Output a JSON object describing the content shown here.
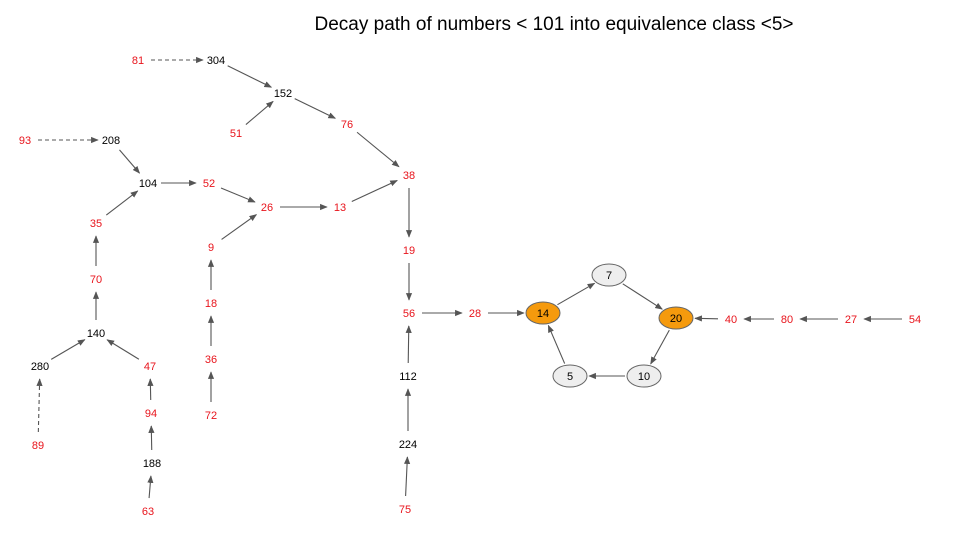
{
  "title": "Decay path of numbers < 101 into equivalence class <5>",
  "colors": {
    "in_range": "#e8141c",
    "out_of_range": "#000000",
    "edge": "#555555",
    "cycle_gray_fill": "#eeeeee",
    "cycle_orange_fill": "#f59a0d",
    "cycle_stroke": "#666666"
  },
  "nodes": [
    {
      "id": "81",
      "label": "81",
      "kind": "red"
    },
    {
      "id": "304",
      "label": "304",
      "kind": "black"
    },
    {
      "id": "152",
      "label": "152",
      "kind": "black"
    },
    {
      "id": "51",
      "label": "51",
      "kind": "red"
    },
    {
      "id": "76",
      "label": "76",
      "kind": "red"
    },
    {
      "id": "93",
      "label": "93",
      "kind": "red"
    },
    {
      "id": "208",
      "label": "208",
      "kind": "black"
    },
    {
      "id": "104",
      "label": "104",
      "kind": "black"
    },
    {
      "id": "52",
      "label": "52",
      "kind": "red"
    },
    {
      "id": "26",
      "label": "26",
      "kind": "red"
    },
    {
      "id": "13",
      "label": "13",
      "kind": "red"
    },
    {
      "id": "38",
      "label": "38",
      "kind": "red"
    },
    {
      "id": "35",
      "label": "35",
      "kind": "red"
    },
    {
      "id": "9",
      "label": "9",
      "kind": "red"
    },
    {
      "id": "19",
      "label": "19",
      "kind": "red"
    },
    {
      "id": "70",
      "label": "70",
      "kind": "red"
    },
    {
      "id": "18",
      "label": "18",
      "kind": "red"
    },
    {
      "id": "56",
      "label": "56",
      "kind": "red"
    },
    {
      "id": "28",
      "label": "28",
      "kind": "red"
    },
    {
      "id": "140",
      "label": "140",
      "kind": "black"
    },
    {
      "id": "280",
      "label": "280",
      "kind": "black"
    },
    {
      "id": "47",
      "label": "47",
      "kind": "red"
    },
    {
      "id": "36",
      "label": "36",
      "kind": "red"
    },
    {
      "id": "112",
      "label": "112",
      "kind": "black"
    },
    {
      "id": "94",
      "label": "94",
      "kind": "red"
    },
    {
      "id": "72",
      "label": "72",
      "kind": "red"
    },
    {
      "id": "89",
      "label": "89",
      "kind": "red"
    },
    {
      "id": "188",
      "label": "188",
      "kind": "black"
    },
    {
      "id": "224",
      "label": "224",
      "kind": "black"
    },
    {
      "id": "63",
      "label": "63",
      "kind": "red"
    },
    {
      "id": "75",
      "label": "75",
      "kind": "red"
    },
    {
      "id": "7",
      "label": "7",
      "kind": "cycle-gray"
    },
    {
      "id": "14",
      "label": "14",
      "kind": "cycle-orange"
    },
    {
      "id": "20",
      "label": "20",
      "kind": "cycle-orange"
    },
    {
      "id": "10",
      "label": "10",
      "kind": "cycle-gray"
    },
    {
      "id": "5",
      "label": "5",
      "kind": "cycle-gray"
    },
    {
      "id": "40",
      "label": "40",
      "kind": "red"
    },
    {
      "id": "80",
      "label": "80",
      "kind": "red"
    },
    {
      "id": "27",
      "label": "27",
      "kind": "red"
    },
    {
      "id": "54",
      "label": "54",
      "kind": "red"
    }
  ],
  "edges": [
    {
      "from": "81",
      "to": "304",
      "style": "dashed"
    },
    {
      "from": "93",
      "to": "208",
      "style": "dashed"
    },
    {
      "from": "89",
      "to": "280",
      "style": "dashed"
    },
    {
      "from": "304",
      "to": "152",
      "style": "solid"
    },
    {
      "from": "51",
      "to": "152",
      "style": "solid"
    },
    {
      "from": "152",
      "to": "76",
      "style": "solid"
    },
    {
      "from": "76",
      "to": "38",
      "style": "solid"
    },
    {
      "from": "208",
      "to": "104",
      "style": "solid"
    },
    {
      "from": "35",
      "to": "104",
      "style": "solid"
    },
    {
      "from": "104",
      "to": "52",
      "style": "solid"
    },
    {
      "from": "52",
      "to": "26",
      "style": "solid"
    },
    {
      "from": "9",
      "to": "26",
      "style": "solid"
    },
    {
      "from": "26",
      "to": "13",
      "style": "solid"
    },
    {
      "from": "13",
      "to": "38",
      "style": "solid"
    },
    {
      "from": "38",
      "to": "19",
      "style": "solid"
    },
    {
      "from": "19",
      "to": "56",
      "style": "solid"
    },
    {
      "from": "112",
      "to": "56",
      "style": "solid"
    },
    {
      "from": "224",
      "to": "112",
      "style": "solid"
    },
    {
      "from": "75",
      "to": "224",
      "style": "solid"
    },
    {
      "from": "56",
      "to": "28",
      "style": "solid"
    },
    {
      "from": "28",
      "to": "14",
      "style": "solid"
    },
    {
      "from": "70",
      "to": "35",
      "style": "solid"
    },
    {
      "from": "140",
      "to": "70",
      "style": "solid"
    },
    {
      "from": "280",
      "to": "140",
      "style": "solid"
    },
    {
      "from": "47",
      "to": "140",
      "style": "solid"
    },
    {
      "from": "94",
      "to": "47",
      "style": "solid"
    },
    {
      "from": "188",
      "to": "94",
      "style": "solid"
    },
    {
      "from": "63",
      "to": "188",
      "style": "solid"
    },
    {
      "from": "18",
      "to": "9",
      "style": "solid"
    },
    {
      "from": "36",
      "to": "18",
      "style": "solid"
    },
    {
      "from": "72",
      "to": "36",
      "style": "solid"
    },
    {
      "from": "14",
      "to": "7",
      "style": "solid"
    },
    {
      "from": "7",
      "to": "20",
      "style": "solid"
    },
    {
      "from": "20",
      "to": "10",
      "style": "solid"
    },
    {
      "from": "10",
      "to": "5",
      "style": "solid"
    },
    {
      "from": "5",
      "to": "14",
      "style": "solid"
    },
    {
      "from": "40",
      "to": "20",
      "style": "solid"
    },
    {
      "from": "80",
      "to": "40",
      "style": "solid"
    },
    {
      "from": "27",
      "to": "80",
      "style": "solid"
    },
    {
      "from": "54",
      "to": "27",
      "style": "solid"
    }
  ]
}
